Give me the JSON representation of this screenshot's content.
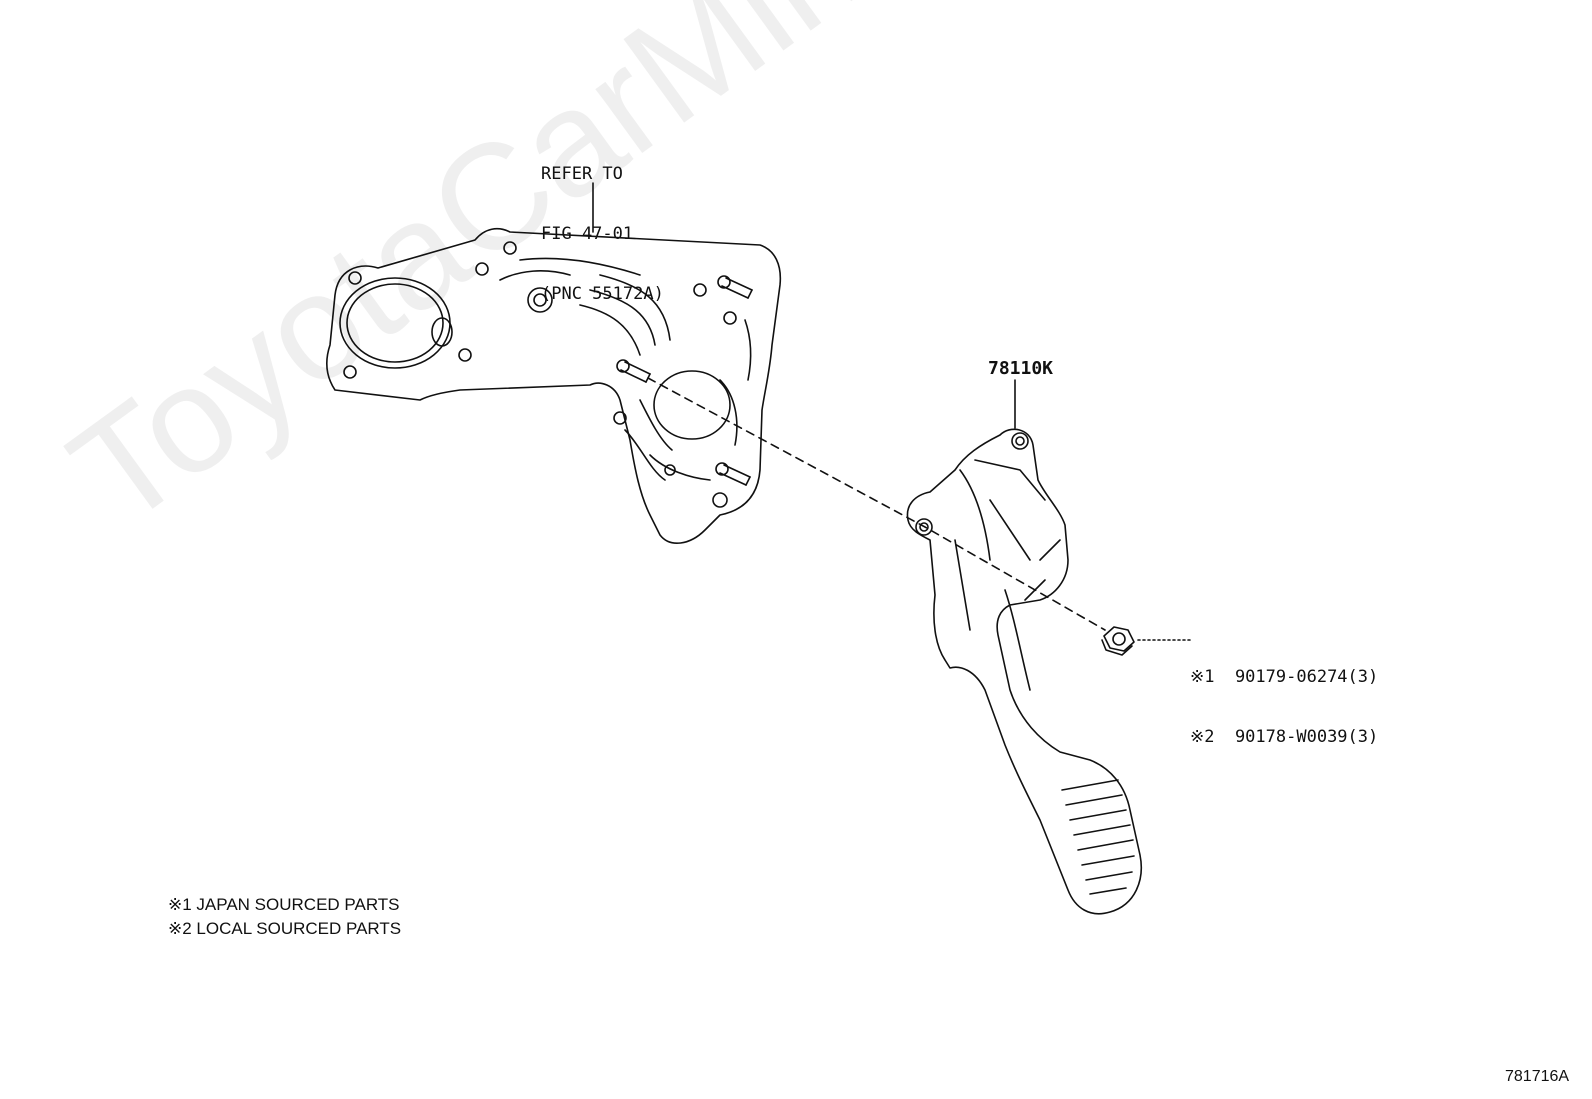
{
  "callouts": {
    "refer_line1": "REFER TO",
    "refer_line2": "FIG 47-01",
    "refer_line3": "(PNC 55172A)",
    "pedal_part": "78110K",
    "nut_part_1": "※1  90179-06274(3)",
    "nut_part_2": "※2  90178-W0039(3)"
  },
  "legend": {
    "note_1": "※1 JAPAN SOURCED PARTS",
    "note_2": "※2 LOCAL SOURCED PARTS"
  },
  "figure_id": "781716A",
  "watermark": "ToyotaCarMine.ru",
  "colors": {
    "line": "#111111",
    "background": "#ffffff"
  }
}
